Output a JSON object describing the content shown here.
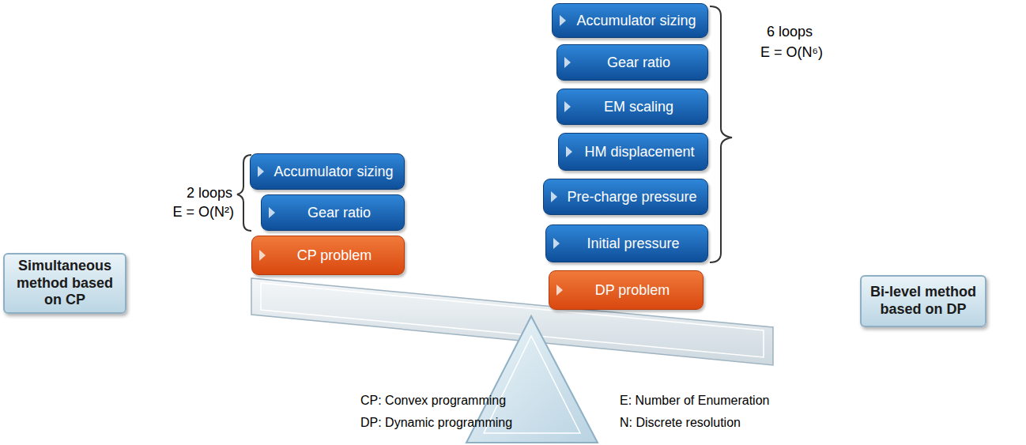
{
  "diagram": {
    "nodes": [
      {
        "text": [
          "Accumulator sizing"
        ]
      },
      {
        "text": [
          "Gear ratio"
        ]
      },
      {
        "text": [
          "CP problem"
        ]
      },
      {
        "text": [
          "Simultaneous method based on CP"
        ]
      },
      {
        "text": [
          "Accumulator sizing"
        ]
      },
      {
        "text": [
          "Gear ratio"
        ]
      },
      {
        "text": [
          "EM scaling"
        ]
      },
      {
        "text": [
          "HM displacement"
        ]
      },
      {
        "text": [
          "Pre-charge pressure"
        ]
      },
      {
        "text": [
          "Initial pressure"
        ]
      },
      {
        "text": [
          "DP problem"
        ]
      },
      {
        "text": [
          "Bi-level method based on DP"
        ]
      }
    ],
    "labels": [
      "2 loops",
      "E = O(N²)",
      "6 loops",
      "E = O(N⁶)",
      "CP: Convex programming",
      "DP: Dynamic programming",
      "E: Number of Enumeration",
      "N: Discrete resolution"
    ]
  }
}
